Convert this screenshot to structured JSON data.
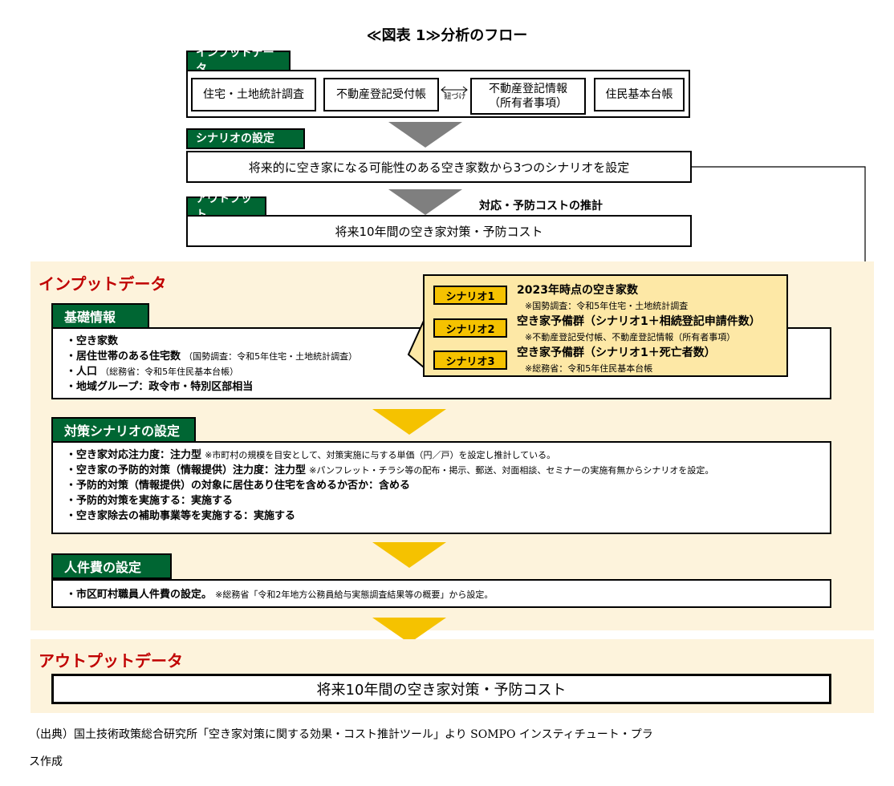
{
  "title": "≪図表 1≫分析のフロー",
  "top": {
    "input_label": "インプットデータ",
    "sources": [
      "住宅・土地統計調査",
      "不動産登記受付帳",
      "不動産登記情報\n（所有者事項）",
      "住民基本台帳"
    ],
    "link_label": "紐づけ",
    "scenario_label": "シナリオの設定",
    "scenario_text": "将来的に空き家になる可能性のある空き家数から3つのシナリオを設定",
    "estimate_label": "対応・予防コストの推計",
    "output_label": "アウトプット",
    "output_text": "将来10年間の空き家対策・予防コスト"
  },
  "detail": {
    "input_heading": "インプットデータ",
    "basic_label": "基礎情報",
    "basic_items": [
      {
        "main": "・空き家数",
        "note": ""
      },
      {
        "main": "・居住世帯のある住宅数",
        "note": "（国勢調査：令和5年住宅・土地統計調査）"
      },
      {
        "main": "・人口",
        "note": "（総務省：令和5年住民基本台帳）"
      },
      {
        "main": "・地域グループ：政令市・特別区部相当",
        "note": ""
      }
    ],
    "scenarios": [
      {
        "tag": "シナリオ1",
        "title": "2023年時点の空き家数",
        "note": "※国勢調査：令和5年住宅・土地統計調査"
      },
      {
        "tag": "シナリオ2",
        "title": "空き家予備群（シナリオ1＋相続登記申請件数）",
        "note": "※不動産登記受付帳、不動産登記情報（所有者事項）"
      },
      {
        "tag": "シナリオ3",
        "title": "空き家予備群（シナリオ1＋死亡者数）",
        "note": "※総務省：令和5年住民基本台帳"
      }
    ],
    "policy_label": "対策シナリオの設定",
    "policy_items": [
      {
        "main": "・空き家対応注力度：注力型",
        "note": "※市町村の規模を目安として、対策実施に与する単価（円／戸）を設定し推計している。"
      },
      {
        "main": "・空き家の予防的対策（情報提供）注力度：注力型",
        "note": "※パンフレット・チラシ等の配布・掲示、郵送、対面相談、セミナーの実施有無からシナリオを設定。"
      },
      {
        "main": "・予防的対策（情報提供）の対象に居住あり住宅を含めるか否か：含める",
        "note": ""
      },
      {
        "main": "・予防的対策を実施する：実施する",
        "note": ""
      },
      {
        "main": "・空き家除去の補助事業等を実施する：実施する",
        "note": ""
      }
    ],
    "labor_label": "人件費の設定",
    "labor_item": {
      "main": "・市区町村職員人件費の設定。",
      "note": "※総務省「令和2年地方公務員給与実態調査結果等の概要」から設定。"
    },
    "output_heading": "アウトプットデータ",
    "output_text": "将来10年間の空き家対策・予防コスト"
  },
  "source_note_line1": "（出典）国土技術政策総合研究所「空き家対策に関する効果・コスト推計ツール」より SOMPO インスティチュート・プラ",
  "source_note_line2": "ス作成",
  "colors": {
    "green": "#006633",
    "gold": "#f5c200",
    "cream": "#fdf3dc",
    "panel": "#fde8a6",
    "red": "#c00000",
    "gray": "#7f7f7f"
  }
}
